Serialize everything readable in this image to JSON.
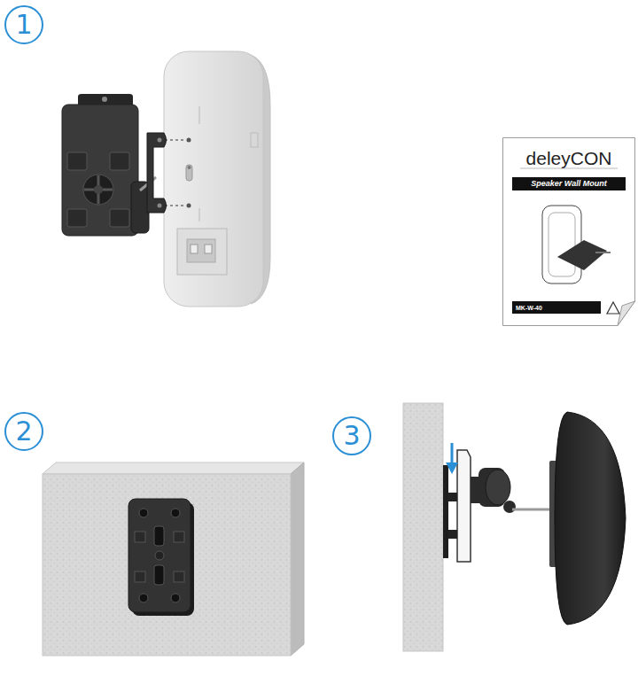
{
  "diagram": {
    "nodes": [
      {
        "text": [
          "1"
        ]
      },
      {
        "text": [
          "deleyCON"
        ]
      },
      {
        "text": [
          "Speaker Wall Mount"
        ],
        "in": 1
      },
      {
        "text": [
          "MK-W-40"
        ],
        "in": 1
      },
      {
        "text": [
          "2"
        ]
      },
      {
        "text": [
          "3"
        ]
      }
    ]
  }
}
